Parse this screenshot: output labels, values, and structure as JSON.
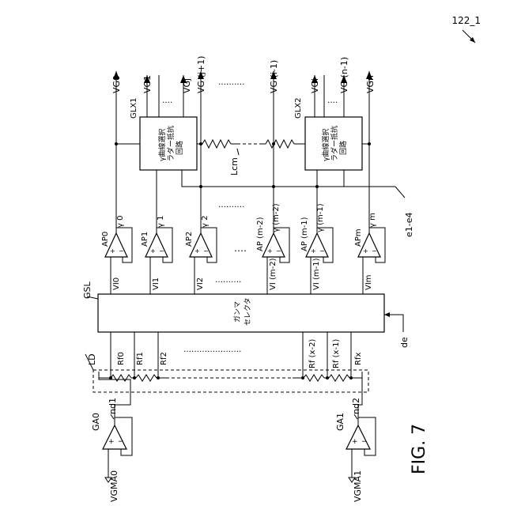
{
  "figure": {
    "id": "122_1",
    "caption": "FIG. 7"
  },
  "inputs": [
    {
      "signal": "VGMA0",
      "amp": "GA0",
      "node": "nd1"
    },
    {
      "signal": "VGMA1",
      "amp": "GA1",
      "node": "nd2"
    }
  ],
  "ladder": {
    "label": "LD",
    "taps": [
      "Rf0",
      "Rf1",
      "Rf2",
      "Rf (x-2)",
      "Rf (x-1)",
      "Rfx"
    ]
  },
  "selector": {
    "label": "GSL",
    "name_line1": "ガンマ",
    "name_line2": "セレクタ",
    "input_label": "de",
    "outputs": [
      "VI0",
      "VI1",
      "VI2",
      "VI (m-2)",
      "VI (m-1)",
      "VIm"
    ]
  },
  "amplifiers": [
    {
      "name": "AP0",
      "gamma": "γ 0"
    },
    {
      "name": "AP1",
      "gamma": "γ 1"
    },
    {
      "name": "AP2",
      "gamma": "γ 2"
    },
    {
      "name": "AP (m-2)",
      "gamma": "γ (m-2)"
    },
    {
      "name": "AP (m-1)",
      "gamma": "γ (m-1)"
    },
    {
      "name": "APm",
      "gamma": "γ m"
    }
  ],
  "ladder_circuits": [
    {
      "label": "GLX1",
      "line1": "γ曲線選択",
      "line2": "ラダー抵抗",
      "line3": "回路"
    },
    {
      "label": "GLX2",
      "line1": "γ曲線選択",
      "line2": "ラダー抵抗",
      "line3": "回路"
    }
  ],
  "common_resistor": "Lcm",
  "enable_label": "e1-e4",
  "outputs": [
    "VG0",
    "VG1",
    "VGj",
    "VG (j+1)",
    "VG (i-1)",
    "VGi",
    "VG (n-1)",
    "VGn"
  ]
}
